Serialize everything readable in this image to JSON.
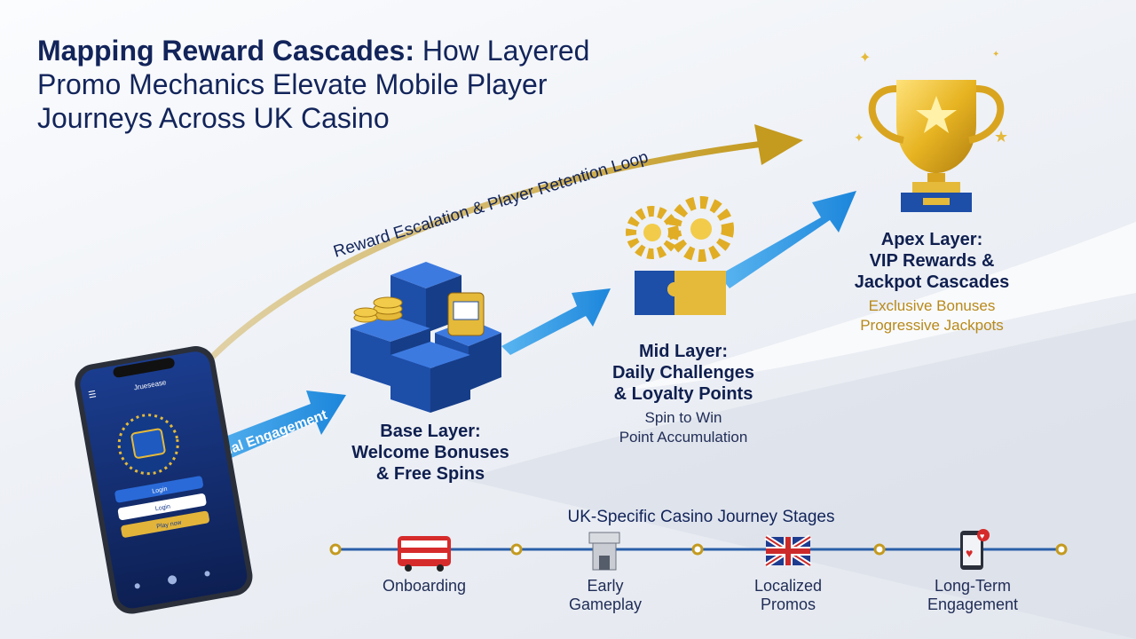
{
  "title": {
    "bold": "Mapping Reward Cascades:",
    "rest": "How Layered Promo Mechanics Elevate Mobile Player Journeys Across UK Casino"
  },
  "arrows": {
    "loop_label": "Reward Escalation & Player Retention Loop",
    "entry_label": "Initial Engagement"
  },
  "phone": {
    "brand": "Jruesease",
    "login": "Login",
    "signup": "Login",
    "play": "Play now"
  },
  "layers": {
    "base": {
      "line1": "Base Layer:",
      "line2": "Welcome Bonuses",
      "line3": "& Free Spins"
    },
    "mid": {
      "line1": "Mid Layer:",
      "line2": "Daily Challenges",
      "line3": "& Loyalty Points",
      "sub1": "Spin to Win",
      "sub2": "Point Accumulation"
    },
    "apex": {
      "line1": "Apex Layer:",
      "line2": "VIP Rewards &",
      "line3": "Jackpot Cascades",
      "sub1": "Exclusive Bonuses",
      "sub2": "Progressive Jackpots"
    }
  },
  "timeline": {
    "title": "UK-Specific Casino Journey Stages",
    "stages": [
      {
        "line1": "Onboarding",
        "line2": ""
      },
      {
        "line1": "Early",
        "line2": "Gameplay"
      },
      {
        "line1": "Localized",
        "line2": "Promos"
      },
      {
        "line1": "Long-Term",
        "line2": "Engagement"
      }
    ]
  },
  "colors": {
    "navy": "#0f1f4f",
    "blue_arrow": "#1f8fe0",
    "gold": "#c9a227",
    "cube_blue": "#1d4ea8"
  }
}
